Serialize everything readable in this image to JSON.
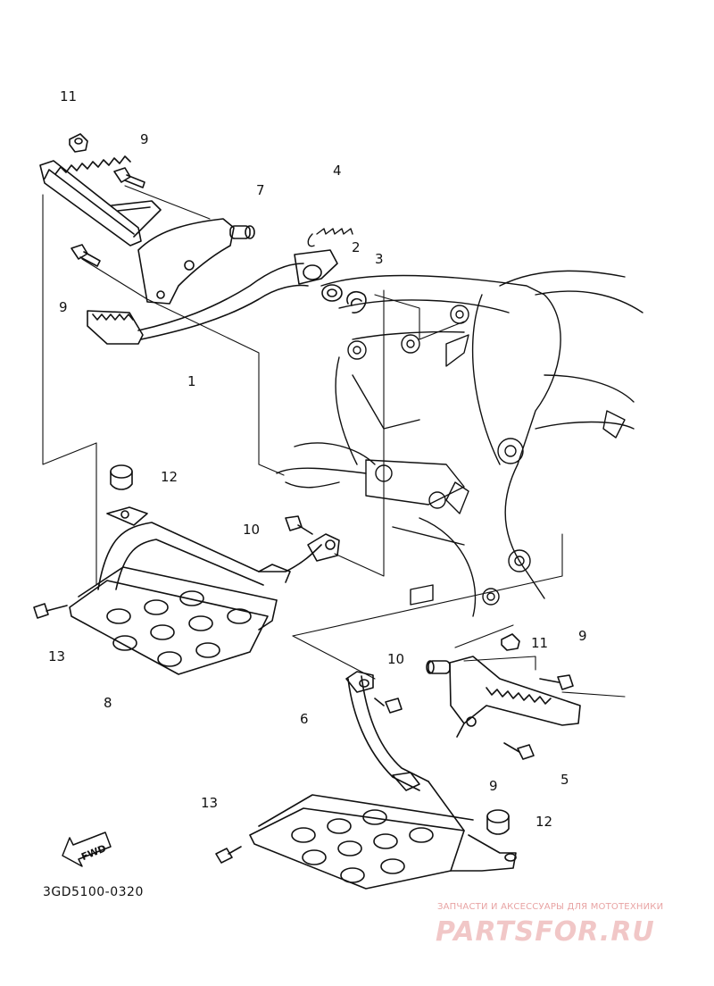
{
  "labels": {
    "p1": "1",
    "p2": "2",
    "p3": "3",
    "p4": "4",
    "p5": "5",
    "p6": "6",
    "p7": "7",
    "p8": "8",
    "p9a": "9",
    "p9b": "9",
    "p9c": "9",
    "p9d": "9",
    "p10a": "10",
    "p10b": "10",
    "p11a": "11",
    "p11b": "11",
    "p12a": "12",
    "p12b": "12",
    "p13a": "13",
    "p13b": "13"
  },
  "fwd_label": "FWD",
  "drawing_code": "3GD5100-0320",
  "watermark": {
    "tagline": "ЗАПЧАСТИ И АКСЕССУАРЫ ДЛЯ МОТОТЕХНИКИ",
    "logo": "PARTSFOR.RU"
  },
  "colors": {
    "ink": "#111111",
    "watermark": "#e8a3a3"
  }
}
